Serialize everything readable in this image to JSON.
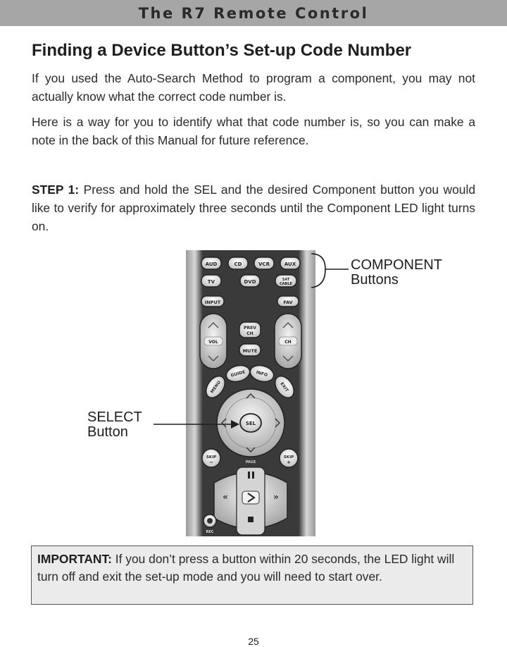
{
  "header": {
    "title": "The R7 Remote Control"
  },
  "section": {
    "heading": "Finding a Device Button’s Set-up Code Number",
    "intro_1": "If you used the Auto-Search Method to program a component, you may not actually know what the correct code number is.",
    "intro_2": "Here is a way for you to identify what that code number is, so you can make a note in the back of this Manual for future reference.",
    "step": {
      "label": "STEP 1:",
      "text": " Press and hold the SEL and the desired Component button you would like to verify for approximately three seconds until the Component LED light turns on."
    }
  },
  "figure": {
    "callout_component": {
      "line1": "COMPONENT",
      "line2": "Buttons"
    },
    "callout_select": {
      "line1": "SELECT",
      "line2": "Button"
    },
    "remote_buttons": {
      "aud": "AUD",
      "cd": "CD",
      "vcr": "VCR",
      "aux": "AUX",
      "tv": "TV",
      "dvd": "DVD",
      "sat_1": "SAT",
      "sat_2": "CABLE",
      "input": "INPUT",
      "fav": "FAV",
      "prev_1": "PREV",
      "prev_2": "CH",
      "vol": "VOL",
      "ch": "CH",
      "mute": "MUTE",
      "menu": "MENU",
      "guide": "GUIDE",
      "info": "INFO",
      "exit": "EXIT",
      "sel": "SEL",
      "skip_minus": "SKIP",
      "skip_plus": "SKIP",
      "page": "PAGE",
      "rec": "REC"
    }
  },
  "important": {
    "label": "IMPORTANT:",
    "text": " If you don’t press a button within 20 seconds, the LED light will turn off and exit the set-up mode and you will need to start over."
  },
  "footer": {
    "page_number": "25"
  }
}
